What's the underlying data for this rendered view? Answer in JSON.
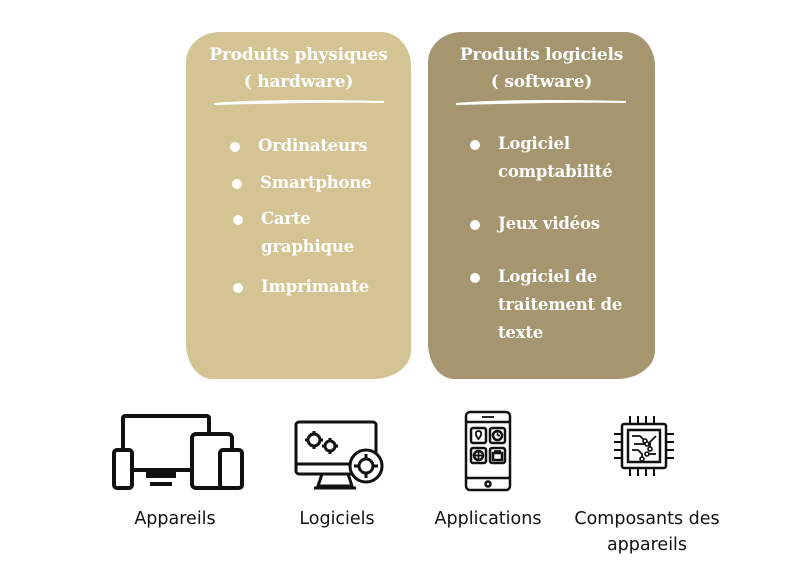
{
  "cards": [
    {
      "title_line1": "Produits physiques",
      "title_line2": "( hardware)",
      "items": [
        "Ordinateurs",
        "Smartphone",
        "Carte graphique",
        "Imprimante"
      ]
    },
    {
      "title_line1": "Produits logiciels",
      "title_line2": "( software)",
      "items": [
        "Logiciel comptabilité",
        "Jeux vidéos",
        "Logiciel de traitement de texte"
      ]
    }
  ],
  "icons": [
    {
      "label": "Appareils",
      "icon": "devices-icon"
    },
    {
      "label": "Logiciels",
      "icon": "software-monitor-icon"
    },
    {
      "label": "Applications",
      "icon": "smartphone-apps-icon"
    },
    {
      "label_line1": "Composants des",
      "label_line2": "appareils",
      "icon": "chip-icon"
    }
  ],
  "colors": {
    "hardware_card": "#d4c494",
    "software_card": "#a69670",
    "text_on_card": "#ffffff",
    "icon_stroke": "#111111"
  }
}
